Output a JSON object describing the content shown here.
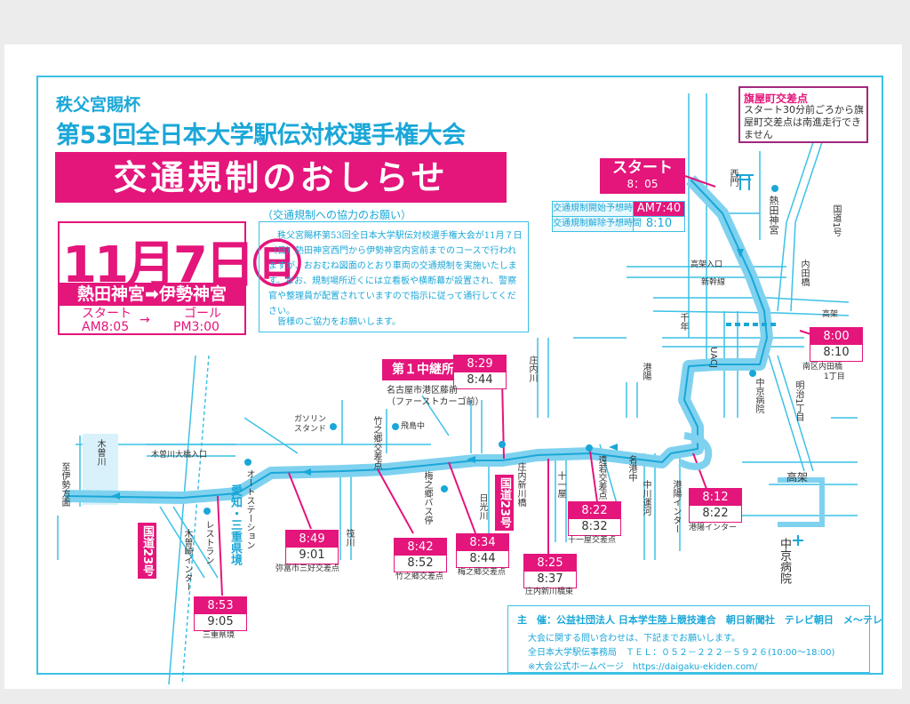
{
  "header": {
    "title_line1": "秩父宮賜杯",
    "title_line2": "第53回全日本大学駅伝対校選手権大会",
    "banner": "交通規制のおしらせ"
  },
  "date_box": {
    "date": "11月7日㊐",
    "route": "熱田神宮➡伊勢神宮",
    "start_label": "スタート",
    "start_time": "AM8:05",
    "goal_label": "ゴール",
    "goal_time": "PM3:00"
  },
  "notice": {
    "title": "（交通規制への協力のお願い）",
    "body": "秩父宮賜杯第53回全日本大学駅伝対校選手権大会が11月７日（日）熱田神宮西門から伊勢神宮内宮前までのコースで行われますが、おおむね図面のとおり車両の交通規制を実施いたします。なお、規制場所近くには立看板や横断幕が設置され、警察官や整理員が配置されていますので指示に従って通行してください。",
    "closing": "皆様のご協力をお願いします。"
  },
  "hatayacho_notice": {
    "title": "旗屋町交差点",
    "text": "スタート30分前ごろから旗屋町交差点は南進走行できません"
  },
  "start_marker": {
    "label": "スタート",
    "time": "8：05"
  },
  "regulation_times": {
    "start_label": "交通規制開始予想時間",
    "start_value": "AM7:40",
    "end_label": "交通規制解除予想時間",
    "end_value": "8:10"
  },
  "relay": {
    "label": "第１中継所",
    "note_line1": "名古屋市港区藤前",
    "note_line2": "（ファーストカーゴ前）",
    "start": "8:29",
    "end": "8:44"
  },
  "checkpoints": [
    {
      "start": "8:00",
      "end": "8:10",
      "place": "南区内田橋"
    },
    {
      "start": "8:12",
      "end": "8:22",
      "place": "港陽インター"
    },
    {
      "start": "8:22",
      "end": "8:32",
      "place": "十一屋交差点"
    },
    {
      "start": "8:25",
      "end": "8:37",
      "place": "庄内新川橋東"
    },
    {
      "start": "8:34",
      "end": "8:44",
      "place": "梅之郷交差点"
    },
    {
      "start": "8:42",
      "end": "8:52",
      "place": "竹之郷交差点"
    },
    {
      "start": "8:49",
      "end": "9:01",
      "place": "弥富市三好交差点"
    },
    {
      "start": "8:53",
      "end": "9:05",
      "place": "三重県境"
    }
  ],
  "map_labels": {
    "nishimon": "西門",
    "atsuta_jingu": "熱田神宮",
    "kokudo1": "国道1号",
    "koka_iriguchi": "高架入口",
    "shinkansen": "新幹線",
    "uchidabashi": "内田橋",
    "koka": "高架",
    "uchidabashi_chome": "1丁目",
    "sennen": "千年",
    "kouyo_st": "港陽",
    "ucj": "UACJ",
    "chukyo_hospital": "中京病院",
    "meiji_1chome": "明治1丁目",
    "koka2": "高架",
    "chukyo_byoin": "中京病院",
    "nakagawa_canal": "中川運河",
    "koyo_inter": "港陽インター",
    "meko_junior": "名港中",
    "tohokai": "遠若交差点",
    "shonai_river": "庄内川",
    "shinkawa": "庄内新川橋",
    "nikko_river": "日光川",
    "kokudo23": "国道23号",
    "kokudo23_west": "国道23号",
    "gas_station": "ガソリンスタンド",
    "takenogo": "竹之郷交差点",
    "tobishima": "飛島中",
    "umenogo_bus": "梅之郷バス停",
    "kisogawa": "木曽川",
    "kisogawa_ohashi": "木曽川大橋入口",
    "ise_dir": "至伊勢方面",
    "restaurant": "レストラン",
    "kisozaki_inter": "木曽崎インター",
    "auto_station": "オートステーション",
    "aichi_mie": "愛知・三重県境",
    "nabeta_river": "筏川",
    "juichiya": "十一屋"
  },
  "footer": {
    "sponsors": "主　催：公益社団法人 日本学生陸上競技連合　朝日新聞社　テレビ朝日　メ～テレ",
    "contact_intro": "大会に関する問い合わせは、下記までお願いします。",
    "office": "全日本大学駅伝事務局　ＴＥＬ：０５２－２２２－５９２６(10:00～18:00)",
    "website": "※大会公式ホームページ　https://daigaku-ekiden.com/"
  }
}
